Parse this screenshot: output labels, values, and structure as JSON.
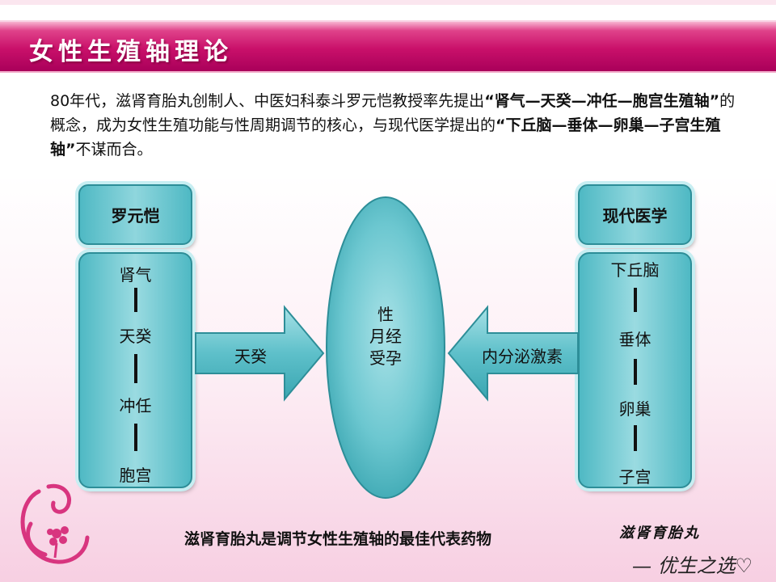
{
  "title": "女性生殖轴理论",
  "intro": {
    "p1": "80年代，滋肾育胎丸创制人、中医妇科泰斗罗元恺教授率先提出",
    "q1": "“肾气—天癸—冲任—胞宫生殖轴”",
    "p2": "的概念，成为女性生殖功能与性周期调节的核心，与现代医学提出的",
    "q2": "“下丘脑—垂体—卵巢—子宫生殖轴”",
    "p3": "不谋而合。"
  },
  "left": {
    "header": "罗元恺",
    "items": [
      "肾气",
      "天癸",
      "冲任",
      "胞宫"
    ]
  },
  "right": {
    "header": "现代医学",
    "items": [
      "下丘脑",
      "垂体",
      "卵巢",
      "子宫"
    ]
  },
  "center": {
    "lines": [
      "性",
      "月经",
      "受孕"
    ]
  },
  "arrows": {
    "left_label": "天癸",
    "right_label": "内分泌激素"
  },
  "footer": {
    "text": "滋肾育胎丸是调节女性生殖轴的最佳代表药物",
    "brand": "滋肾育胎丸",
    "slogan": "— 优生之选♡"
  },
  "colors": {
    "accent": "#c9106a",
    "teal": "#4fb9c4"
  }
}
